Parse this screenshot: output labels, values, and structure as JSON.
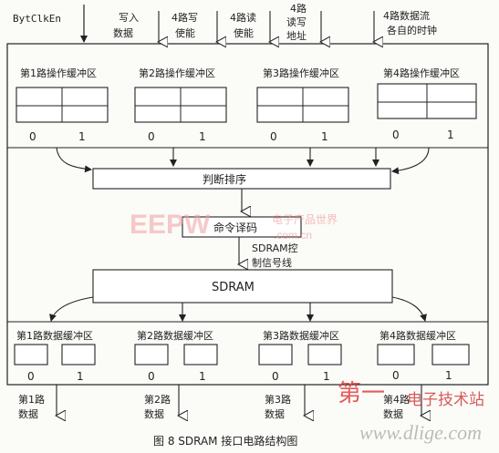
{
  "inputs": {
    "clk": "BytClkEn",
    "write_data": [
      "写入",
      "数据"
    ],
    "write_en": [
      "4路写",
      "使能"
    ],
    "read_en": [
      "4路读",
      "使能"
    ],
    "rw_addr": [
      "4路",
      "读写",
      "地址"
    ],
    "clocks": [
      "4路数据流",
      "各自的时钟"
    ]
  },
  "op_buffers": [
    {
      "label": "第1路操作缓冲区",
      "slots": [
        "0",
        "1"
      ]
    },
    {
      "label": "第2路操作缓冲区",
      "slots": [
        "0",
        "1"
      ]
    },
    {
      "label": "第3路操作缓冲区",
      "slots": [
        "0",
        "1"
      ]
    },
    {
      "label": "第4路操作缓冲区",
      "slots": [
        "0",
        "1"
      ]
    }
  ],
  "blocks": {
    "arbiter": "判断排序",
    "decoder": "命令译码",
    "ctrl_signal": [
      "SDRAM控",
      "制信号线"
    ],
    "sdram": "SDRAM"
  },
  "data_buffers": [
    {
      "label": "第1路数据缓冲区",
      "slots": [
        "0",
        "1"
      ]
    },
    {
      "label": "第2路数据缓冲区",
      "slots": [
        "0",
        "1"
      ]
    },
    {
      "label": "第3路数据缓冲区",
      "slots": [
        "0",
        "1"
      ]
    },
    {
      "label": "第4路数据缓冲区",
      "slots": [
        "0",
        "1"
      ]
    }
  ],
  "outputs": [
    [
      "第1路",
      "数据"
    ],
    [
      "第2路",
      "数据"
    ],
    [
      "第3路",
      "数据"
    ],
    [
      "第4路",
      "数据"
    ]
  ],
  "caption": "图 8  SDRAM 接口电路结构图",
  "watermarks": {
    "eepw_logo": "EEPW",
    "eepw_text": "电子产品世界",
    "eepw_url": ".com.cn",
    "dlige_cn": "第一",
    "dlige_text": "电子技术站",
    "dlige_url": "www.dlige.com"
  },
  "colors": {
    "ink": "#222222",
    "watermark_red": "#e04040",
    "watermark_pink": "#f3b3b3"
  }
}
